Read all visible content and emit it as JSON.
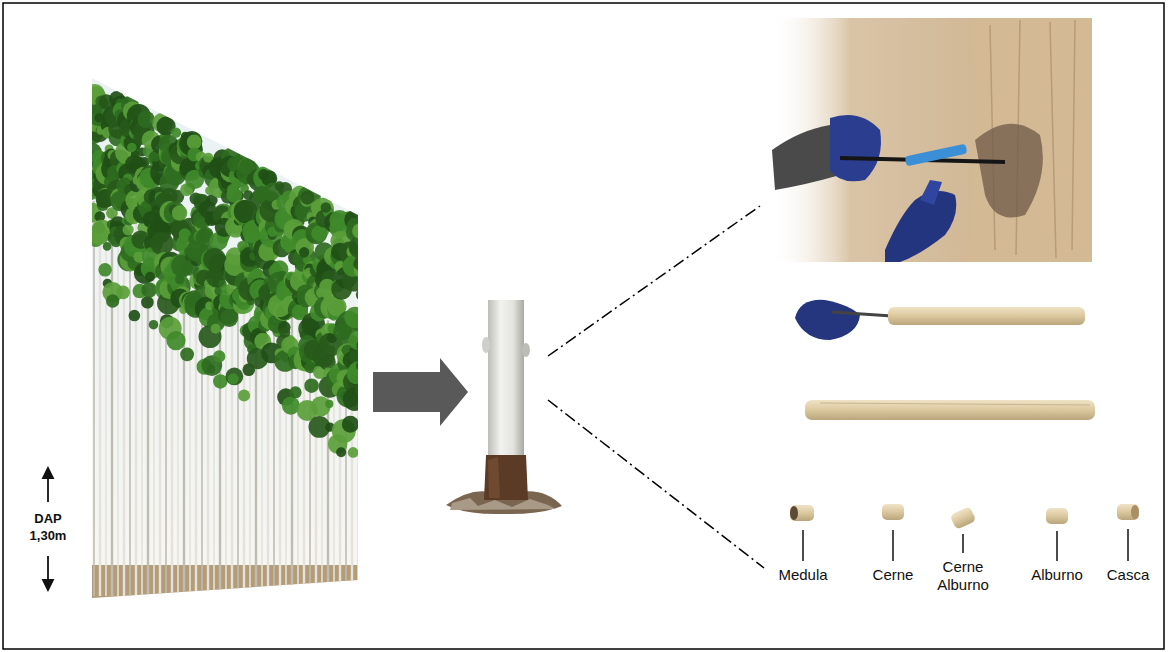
{
  "diagram": {
    "labels": [
      "DAP 1,30m",
      "Medula",
      "Cerne",
      "Cerne Alburno",
      "Alburno",
      "Casca"
    ]
  }
}
